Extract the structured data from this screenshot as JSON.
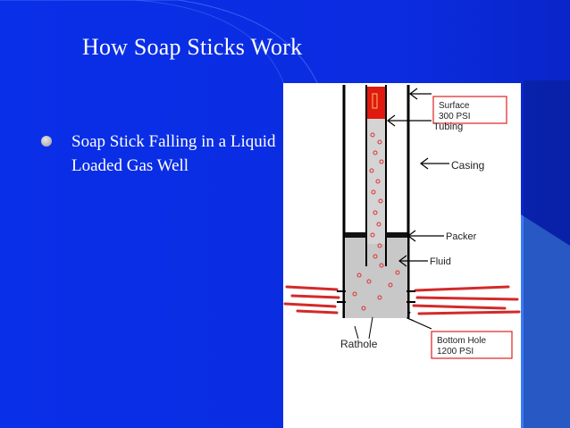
{
  "slide": {
    "title": "How Soap Sticks Work",
    "bullets": [
      "Soap Stick Falling in a Liquid Loaded Gas Well"
    ]
  },
  "diagram": {
    "labels": {
      "surface_line1": "Surface",
      "surface_line2": "300 PSI",
      "tubing": "Tubing",
      "casing": "Casing",
      "packer": "Packer",
      "fluid": "Fluid",
      "rathole": "Rathole",
      "bottom_line1": "Bottom Hole",
      "bottom_line2": "1200 PSI"
    },
    "colors": {
      "soap_stick": "#e01a10",
      "fluid": "#c8c8c8",
      "perforations": "#d42a2a",
      "label_box": "#e02020"
    }
  },
  "theme": {
    "background": "#0a2fe8",
    "accent": "#3a7af5"
  }
}
